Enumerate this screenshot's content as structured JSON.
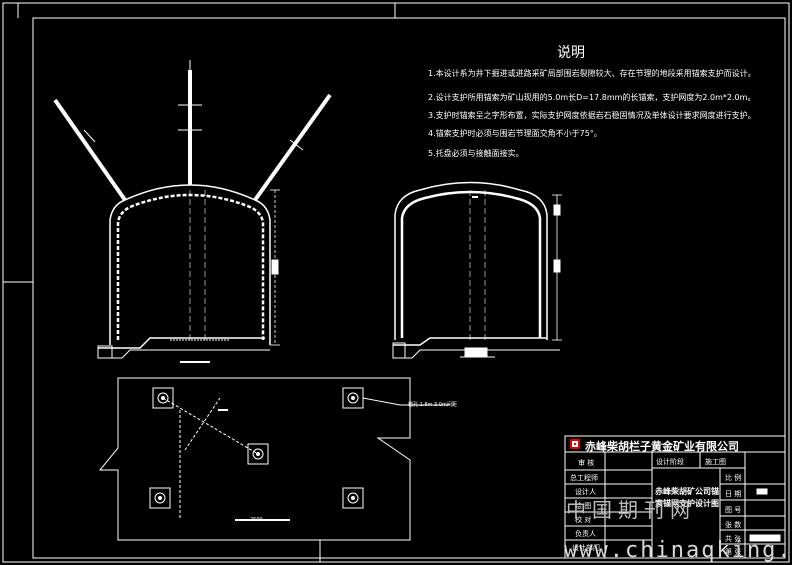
{
  "notes": {
    "title": "说明",
    "items": [
      "1.本设计系为井下掘进或进路采矿局部围岩裂隙较大、存在节理的地段采用锚索支护而设计。",
      "2.设计支护所用锚索为矿山现用的5.0m长D=17.8mm的长锚索，支护网度为2.0m*2.0m。",
      "3.支护时锚索呈之字形布置，实际支护网度依据岩石稳固情况及单体设计要求网度进行支护。",
      "4.锚索支护时必须与围岩节理面交角不小于75°。",
      "5.托盘必须与接触面接实。"
    ]
  },
  "title_block": {
    "company": "赤峰柴胡栏子黄金矿业有限公司",
    "rows_left": [
      "审 核",
      "总工程师",
      "设计人",
      "绘 图",
      "校 对",
      "负责人",
      "设计部门"
    ],
    "drawing_name": "赤峰柴胡矿公司锚索锚网支护设计图",
    "dept_labels": [
      "设计阶段",
      "施工图"
    ],
    "right_labels": [
      "比 例",
      "日 期",
      "图 号",
      "张 数",
      "共  张",
      "第  张"
    ]
  },
  "watermark": {
    "url": "www.chinaqking.com",
    "cn": "中国期刊网"
  },
  "leader_label": "锚孔 1.8m 3.0m间距",
  "dim_text": "2500"
}
